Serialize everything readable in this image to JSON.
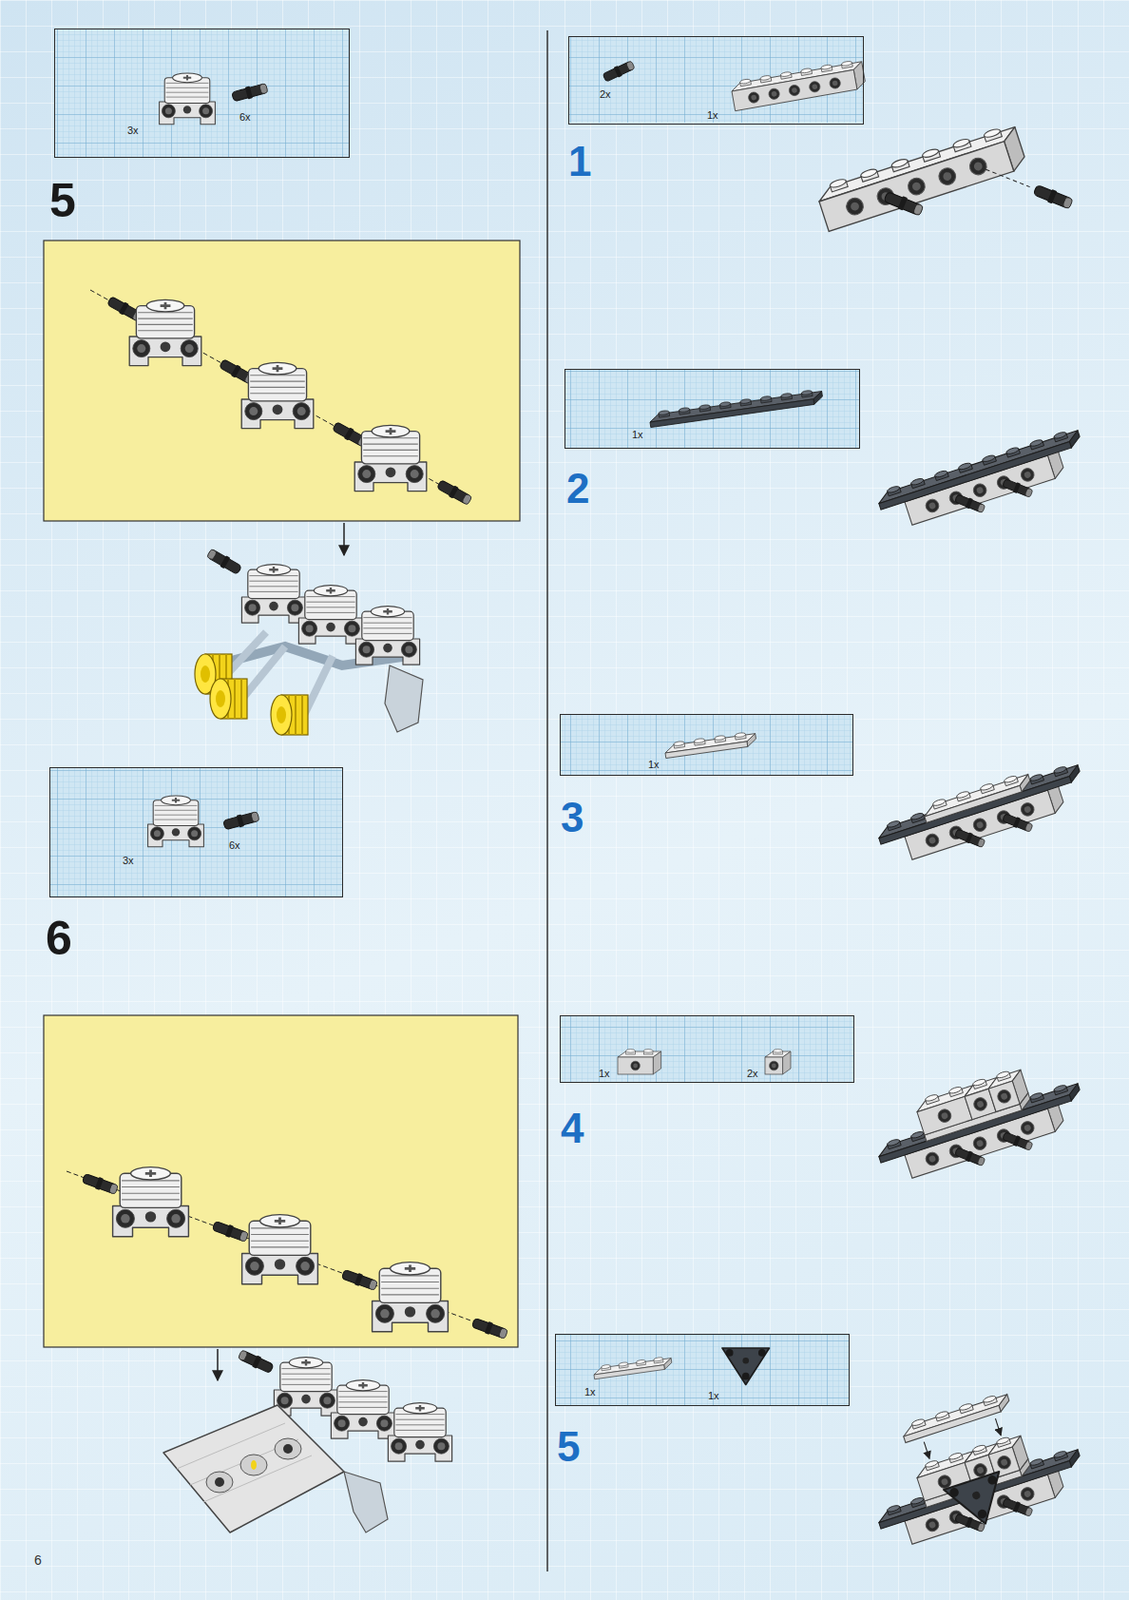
{
  "diagram": {
    "nodes": [
      {
        "text": [
          "3x",
          "6x"
        ]
      },
      {
        "text": [
          "3x",
          "6x"
        ]
      },
      {
        "text": [
          "2x",
          "1x"
        ]
      },
      {
        "text": [
          "1x"
        ]
      },
      {
        "text": [
          "1x"
        ]
      },
      {
        "text": [
          "1x",
          "2x"
        ]
      },
      {
        "text": [
          "1x",
          "1x"
        ]
      }
    ],
    "labels": [
      "5",
      "6",
      "1",
      "2",
      "3",
      "4",
      "5",
      "6"
    ]
  }
}
